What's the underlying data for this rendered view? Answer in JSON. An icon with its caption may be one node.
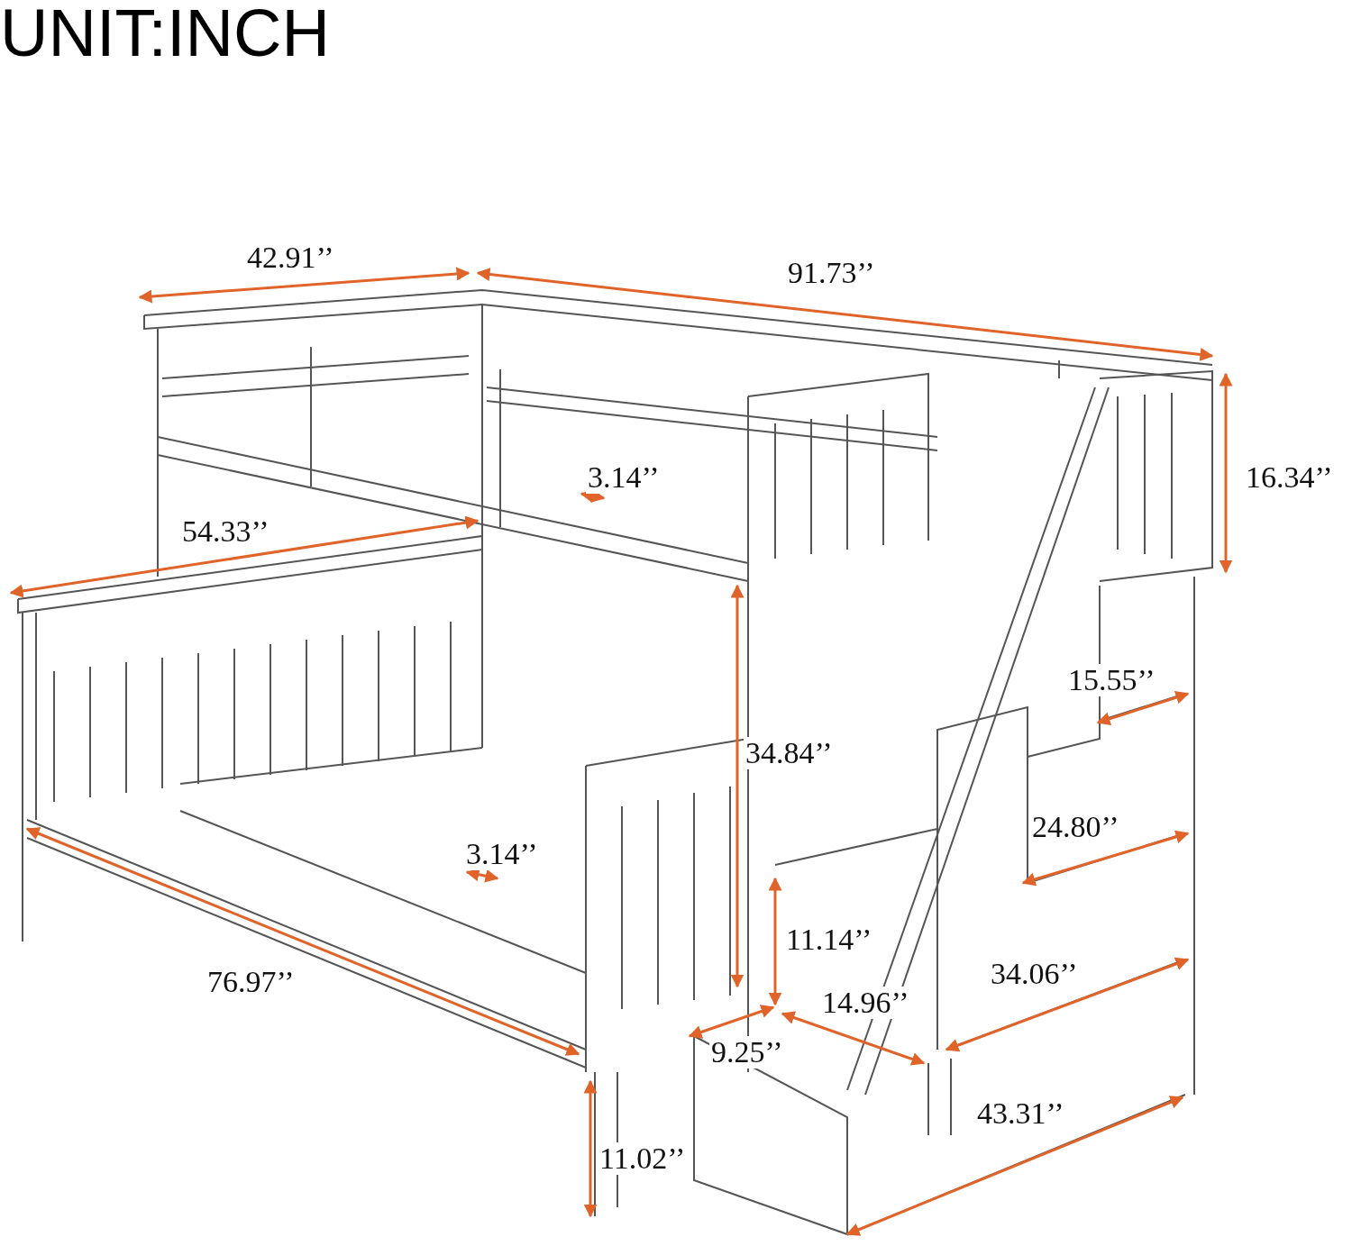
{
  "diagram": {
    "title": "UNIT:INCH",
    "labels": [
      "42.91’’",
      "91.73’’",
      "16.34’’",
      "3.14’’",
      "54.33’’",
      "15.55’’",
      "34.84’’",
      "24.80’’",
      "3.14’’",
      "11.14’’",
      "34.06’’",
      "76.97’’",
      "14.96’’",
      "9.25’’",
      "43.31’’",
      "11.02’’"
    ]
  }
}
